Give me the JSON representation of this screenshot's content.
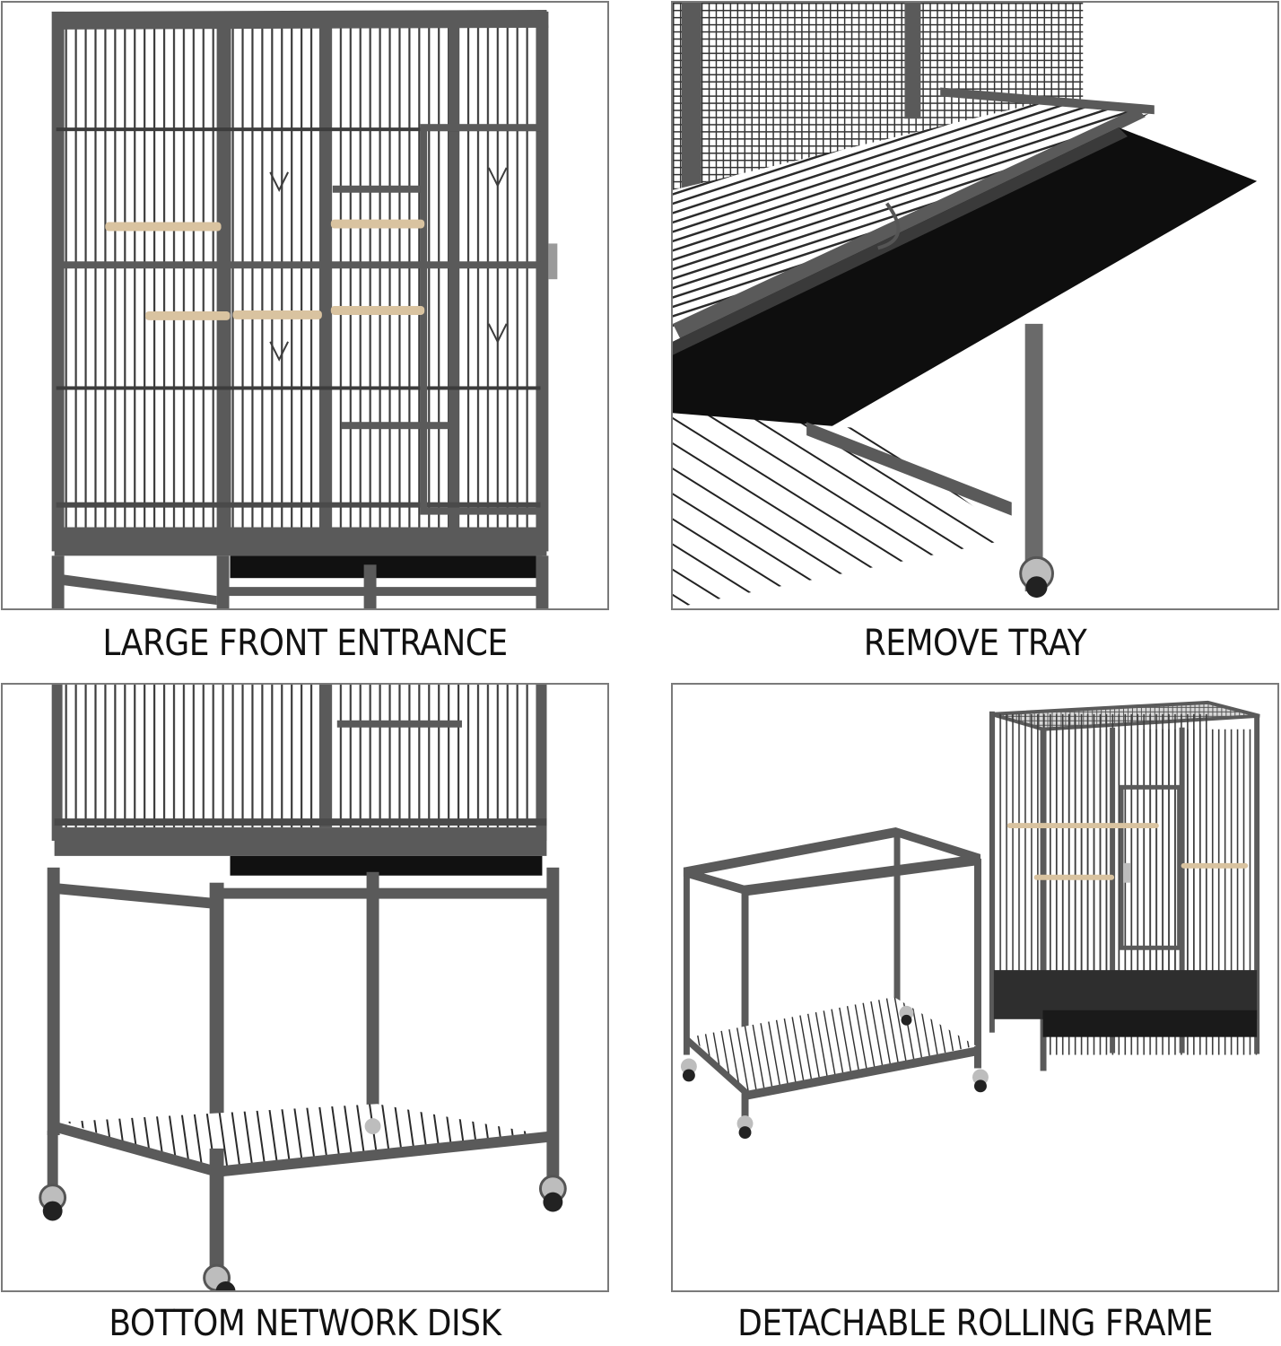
{
  "panels": [
    {
      "id": "large-front-entrance",
      "caption": "LARGE FRONT ENTRANCE",
      "subject": "bird cage front with open door and wooden perches"
    },
    {
      "id": "remove-tray",
      "caption": "REMOVE TRAY",
      "subject": "black plastic tray sliding out from cage bottom"
    },
    {
      "id": "bottom-network-disk",
      "caption": "BOTTOM NETWORK DISK",
      "subject": "rolling stand with wire grid shelf and casters"
    },
    {
      "id": "detachable-rolling-frame",
      "caption": "DETACHABLE ROLLING FRAME",
      "subject": "separated rolling stand beside cage"
    }
  ],
  "colors": {
    "frame": "#5a5a5a",
    "wire": "#3c3c3c",
    "perch": "#d9c3a0",
    "tray": "#0e0e0e",
    "border": "#7a7a7a",
    "text": "#111111"
  }
}
